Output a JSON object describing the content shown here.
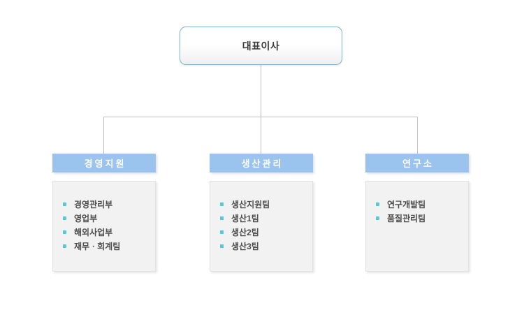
{
  "chart_type": "org-chart",
  "colors": {
    "root_border": "#7fb4cd",
    "branch_header_bg": "#9ac3ee",
    "branch_header_text": "#ffffff",
    "branch_body_bg": "#f2f2f2",
    "bullet": "#5bc8d8",
    "connector": "#bfbfbf",
    "item_text": "#4d4d4d",
    "page_bg": "#ffffff"
  },
  "root": {
    "label": "대표이사"
  },
  "branches": [
    {
      "header": "경영지원",
      "items": [
        {
          "label": "경영관리부",
          "bullet": "square-bullet-icon"
        },
        {
          "label": "영업부",
          "bullet": "square-bullet-icon"
        },
        {
          "label": "해외사업부",
          "bullet": "square-bullet-icon"
        },
        {
          "label": "재무ㆍ회계팀",
          "bullet": "square-bullet-icon"
        }
      ]
    },
    {
      "header": "생산관리",
      "items": [
        {
          "label": "생산지원팀",
          "bullet": "square-bullet-icon"
        },
        {
          "label": "생산1팀",
          "bullet": "square-bullet-icon"
        },
        {
          "label": "생산2팀",
          "bullet": "square-bullet-icon"
        },
        {
          "label": "생산3팀",
          "bullet": "square-bullet-icon"
        }
      ]
    },
    {
      "header": "연구소",
      "items": [
        {
          "label": "연구개발팀",
          "bullet": "square-bullet-icon"
        },
        {
          "label": "품질관리팀",
          "bullet": "square-bullet-icon"
        }
      ]
    }
  ]
}
